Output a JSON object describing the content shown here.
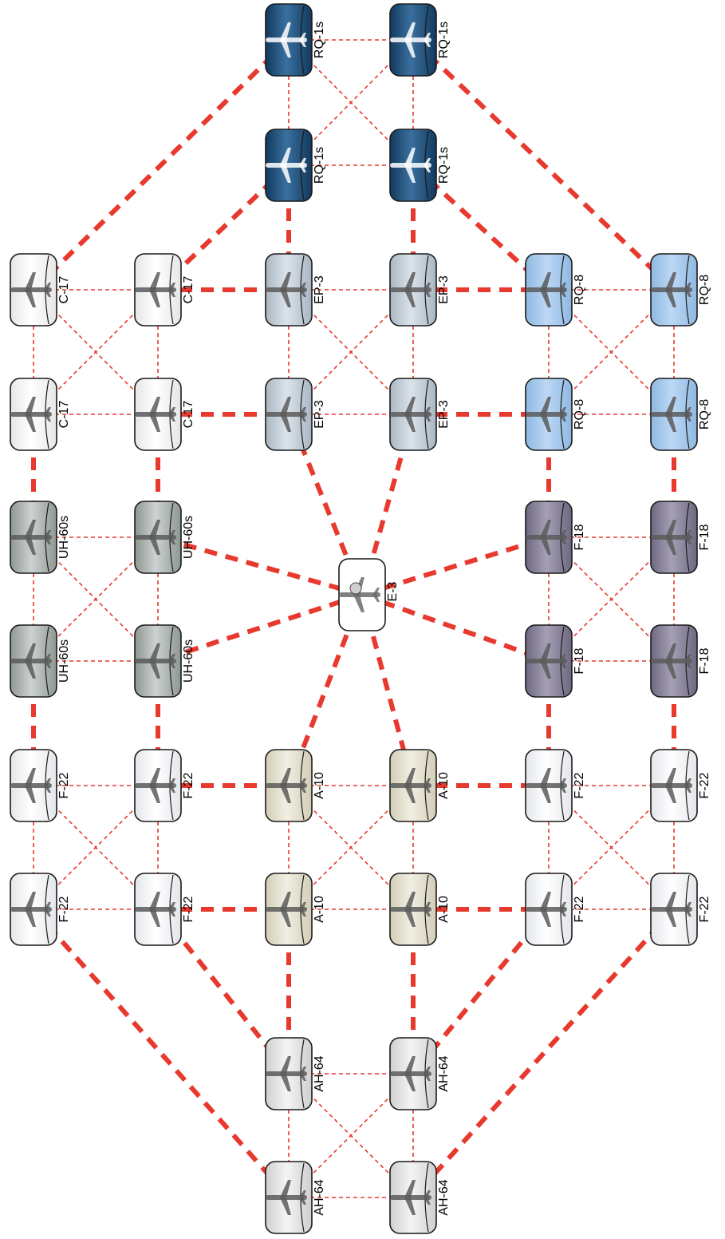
{
  "colors": {
    "link": "#e8392e",
    "outline": "#1a1a1a",
    "label": "#000000"
  },
  "hub": {
    "label": "E-3",
    "icon": "e3-aircraft-icon",
    "fill": "#ffffff"
  },
  "groups": [
    {
      "label": "RQ-1s",
      "icon": "rq1-drone-icon",
      "fill": "#3a6f9e",
      "fill2": "#123a5e"
    },
    {
      "label": "C-17",
      "icon": "c17-aircraft-icon",
      "fill": "#ffffff",
      "fill2": "#e6e6e6"
    },
    {
      "label": "EP-3",
      "icon": "ep3-aircraft-icon",
      "fill": "#dbe3ea",
      "fill2": "#a9b6c2"
    },
    {
      "label": "RQ-8",
      "icon": "rq8-drone-icon",
      "fill": "#bcd8f5",
      "fill2": "#8fb8e0"
    },
    {
      "label": "UH-60s",
      "icon": "uh60-helicopter-icon",
      "fill": "#cdd2d2",
      "fill2": "#8e978f"
    },
    {
      "label": "F-18",
      "icon": "f18-aircraft-icon",
      "fill": "#a6a0b6",
      "fill2": "#6d6880"
    },
    {
      "label": "F-22",
      "icon": "f22-aircraft-icon",
      "fill": "#ffffff",
      "fill2": "#e3e6ea"
    },
    {
      "label": "A-10",
      "icon": "a10-aircraft-icon",
      "fill": "#f1efe3",
      "fill2": "#d2cdb6"
    },
    {
      "label": "F-22",
      "icon": "f22-aircraft-icon",
      "fill": "#ffffff",
      "fill2": "#e3e6ea"
    },
    {
      "label": "AH-64",
      "icon": "ah64-helicopter-icon",
      "fill": "#f4f4f4",
      "fill2": "#cfcfcf"
    }
  ]
}
